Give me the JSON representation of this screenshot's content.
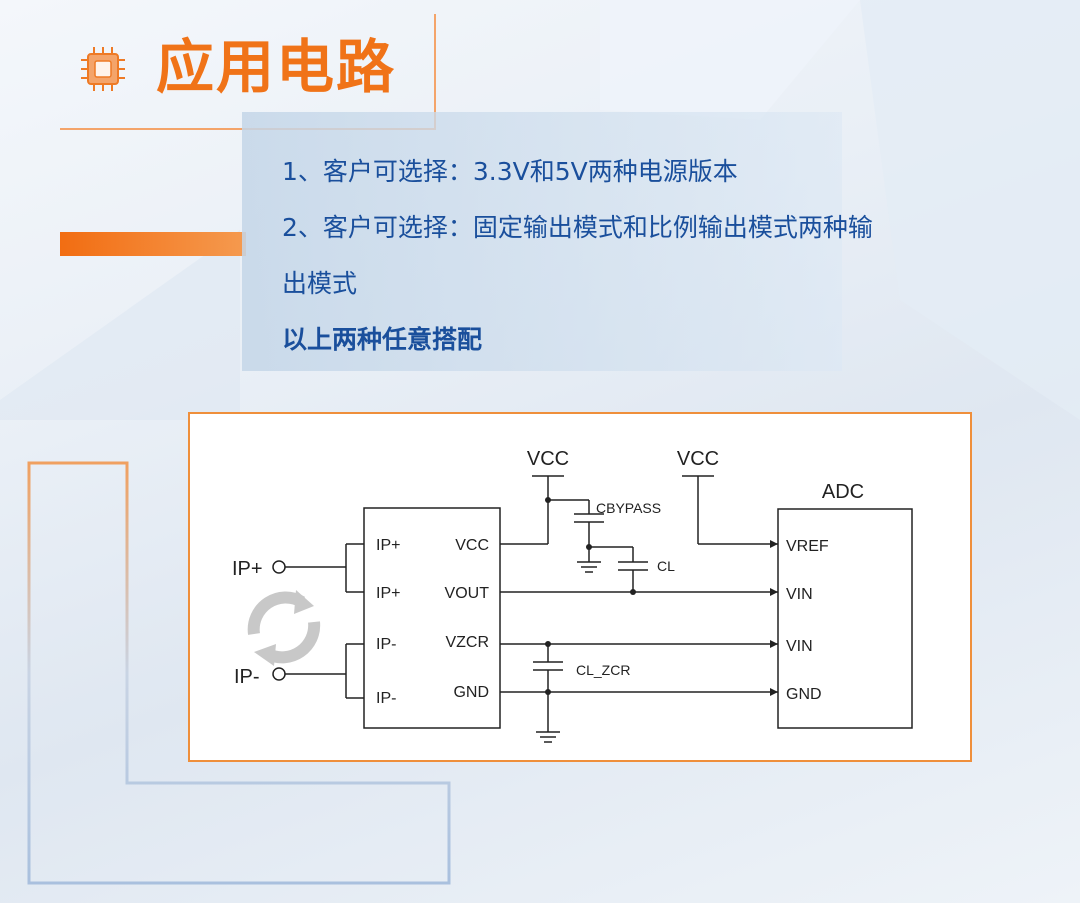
{
  "header": {
    "title": "应用电路"
  },
  "content": {
    "line1": "1、客户可选择：3.3V和5V两种电源版本",
    "line2a": "2、客户可选择：固定输出模式和比例输出模式两种输",
    "line2b": "出模式",
    "line3": "以上两种任意搭配"
  },
  "diagram": {
    "vcc_left": "VCC",
    "vcc_right": "VCC",
    "adc_label": "ADC",
    "cbypass": "CBYPASS",
    "cl": "CL",
    "cl_zcr": "CL_ZCR",
    "ip_plus_terminal": "IP+",
    "ip_minus_terminal": "IP-",
    "chip_pins_left": [
      "IP+",
      "IP+",
      "IP-",
      "IP-"
    ],
    "chip_pins_right": [
      "VCC",
      "VOUT",
      "VZCR",
      "GND"
    ],
    "adc_pins": [
      "VREF",
      "VIN",
      "VIN",
      "GND"
    ]
  },
  "colors": {
    "accent_orange": "#f07318",
    "text_blue": "#1a4f9c",
    "frame_orange": "#ef8f3b"
  }
}
